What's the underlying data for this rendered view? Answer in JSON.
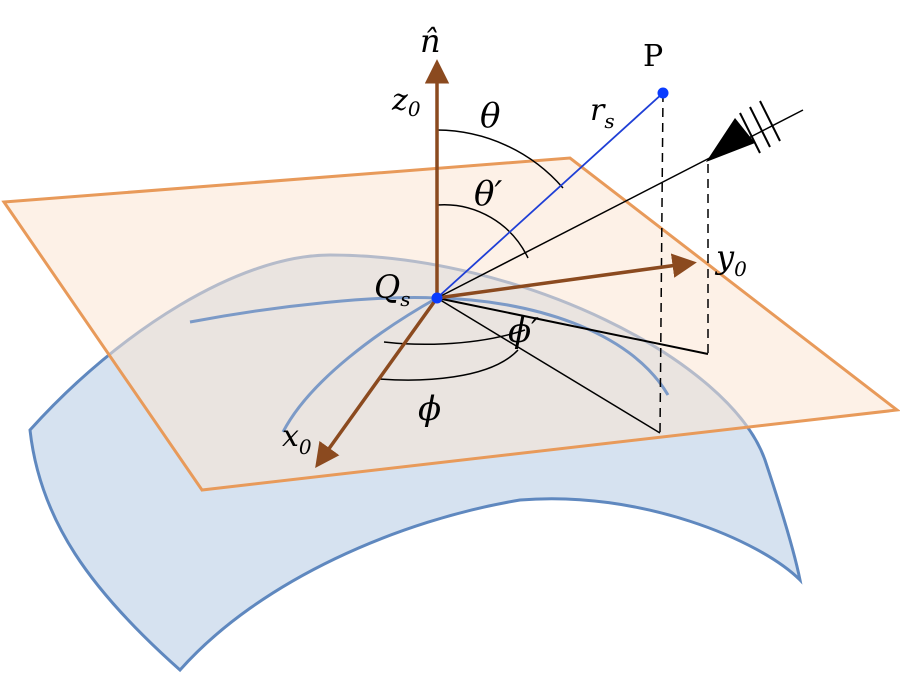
{
  "labels": {
    "normal": "n̂",
    "point_p": "P",
    "z_axis": "z",
    "z_sub": "0",
    "theta": "θ",
    "theta_prime": "θ′",
    "r": "r",
    "r_sub": "s",
    "q": "Q",
    "q_sub": "s",
    "y_axis": "y",
    "y_sub": "0",
    "x_axis": "x",
    "x_sub": "0",
    "phi_prime": "ϕ′",
    "phi": "ϕ"
  },
  "colors": {
    "plane_fill": "#fdf0e6",
    "plane_stroke": "#e89a5a",
    "surface_fill": "#d6e2f0",
    "surface_stroke": "#5f88bf",
    "axis": "#8b4a1f",
    "ray": "#1f3fd6",
    "point": "#0a3cff",
    "line": "#000000"
  }
}
